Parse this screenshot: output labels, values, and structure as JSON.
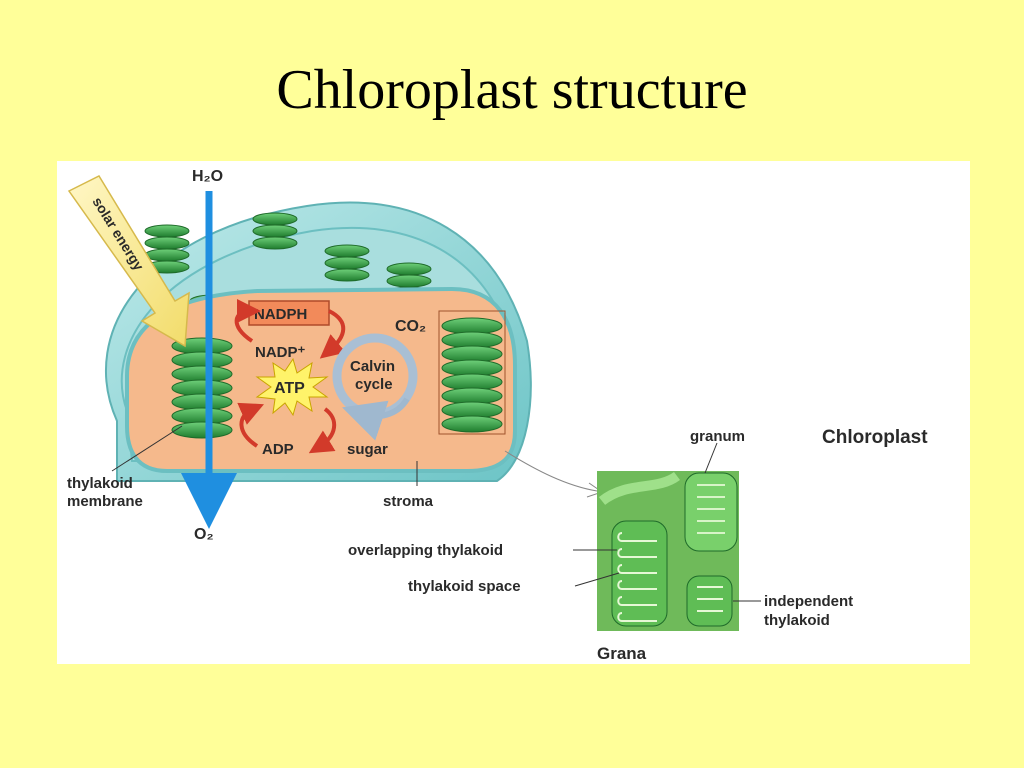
{
  "slide": {
    "title": "Chloroplast structure"
  },
  "figure": {
    "labels": {
      "h2o": "H₂O",
      "o2": "O₂",
      "solar_energy": "solar energy",
      "nadph": "NADPH",
      "nadp_plus": "NADP⁺",
      "atp": "ATP",
      "adp": "ADP",
      "co2": "CO₂",
      "calvin": "Calvin",
      "cycle": "cycle",
      "sugar": "sugar",
      "thylakoid_membrane_1": "thylakoid",
      "thylakoid_membrane_2": "membrane",
      "stroma": "stroma",
      "granum": "granum",
      "chloroplast": "Chloroplast",
      "overlapping_thylakoid": "overlapping thylakoid",
      "thylakoid_space": "thylakoid space",
      "independent_1": "independent",
      "independent_2": "thylakoid",
      "grana": "Grana"
    },
    "colors": {
      "background": "#ffff99",
      "outer_membrane": "#8fd3d3",
      "stroma": "#f5b98c",
      "thylakoid": "#2e9a3e",
      "water_arrow": "#1f8fe0",
      "cycle_arrows": "#d23a2a",
      "calvin_ring": "#a9bfd4"
    }
  }
}
